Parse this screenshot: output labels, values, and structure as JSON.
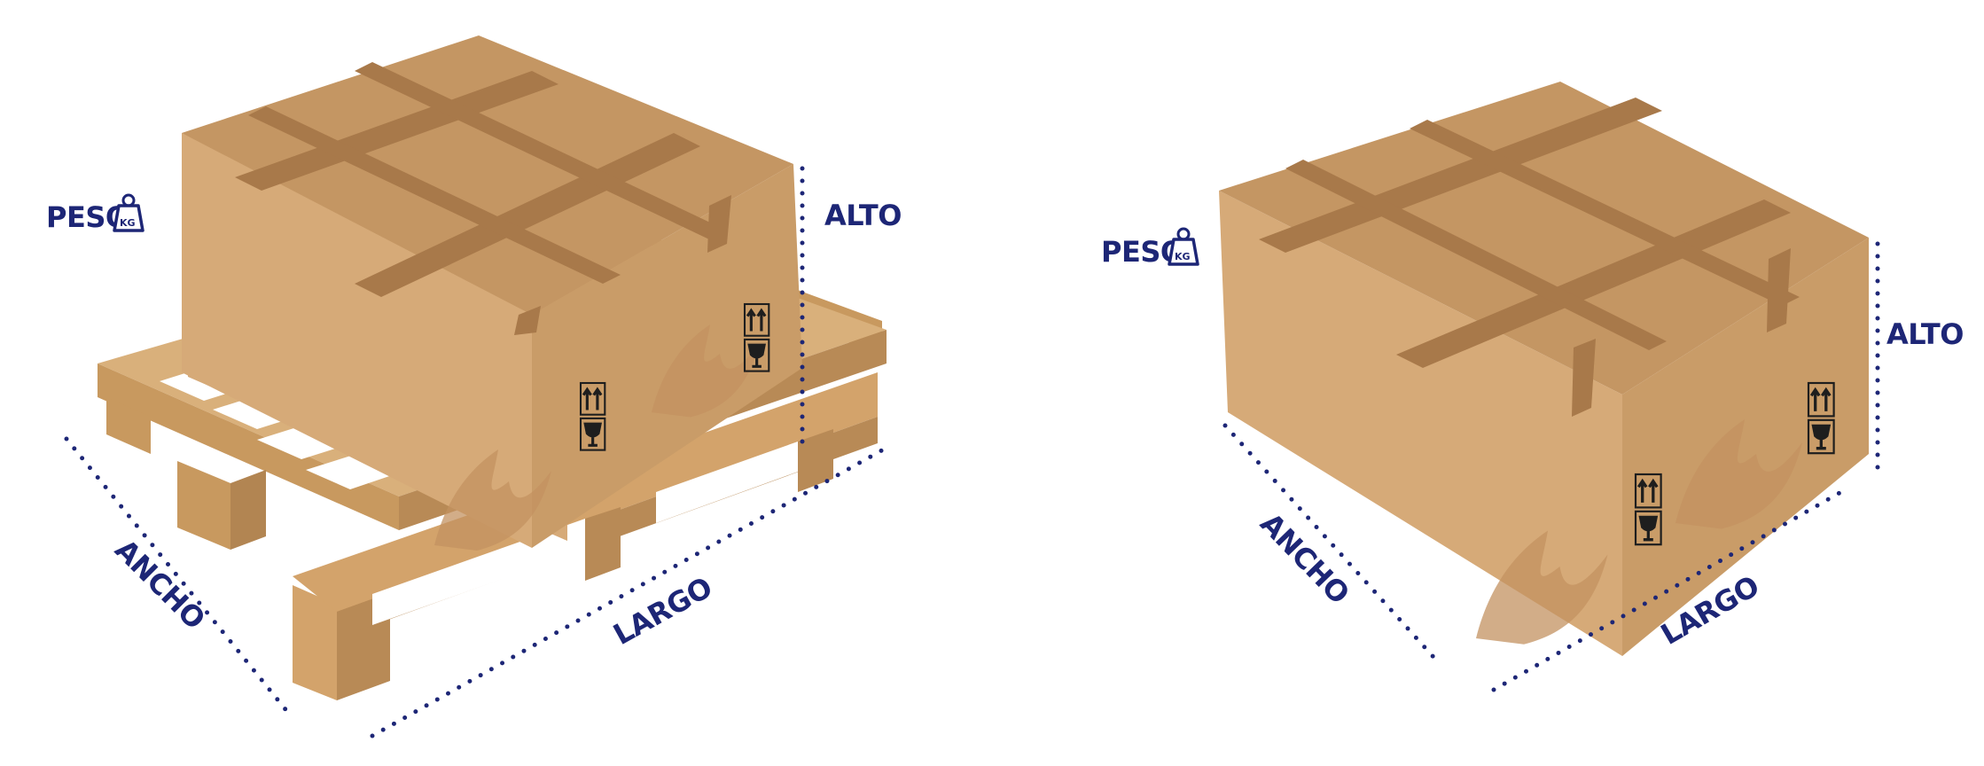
{
  "colors": {
    "label": "#1d2676",
    "box_top": "#c49663",
    "box_left": "#d6aa78",
    "box_right": "#c99c68",
    "tape": "#a8794a",
    "pallet_top": "#d9b07b",
    "pallet_side": "#c8995f",
    "pallet_dark": "#b28552"
  },
  "left_diagram": {
    "weight_label": "PESO",
    "weight_icon": "weight-kg-icon",
    "weight_icon_text": "KG",
    "height_label": "ALTO",
    "width_label": "ANCHO",
    "length_label": "LARGO",
    "handling_icons": [
      "this-side-up-icon",
      "fragile-glass-icon"
    ]
  },
  "right_diagram": {
    "weight_label": "PESO",
    "weight_icon": "weight-kg-icon",
    "weight_icon_text": "KG",
    "height_label": "ALTO",
    "width_label": "ANCHO",
    "length_label": "LARGO",
    "handling_icons": [
      "this-side-up-icon",
      "fragile-glass-icon"
    ]
  }
}
